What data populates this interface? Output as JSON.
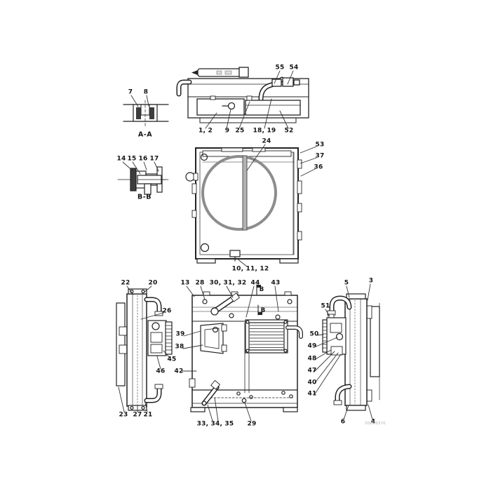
{
  "figure": {
    "kind": "radiator-parts-diagram",
    "sections": {
      "aa_caption": "A-A",
      "bb_caption": "B-B",
      "b_marker_top": "B",
      "b_marker_bottom": "B"
    },
    "watermark": "DS090370",
    "callouts": {
      "c55": "55",
      "c54": "54",
      "c7": "7",
      "c8": "8",
      "c1_2": "1, 2",
      "c9": "9",
      "c25": "25",
      "c18_19": "18, 19",
      "c52": "52",
      "c24": "24",
      "c53": "53",
      "c37": "37",
      "c36": "36",
      "c14": "14",
      "c15": "15",
      "c16": "16",
      "c17": "17",
      "c10_11_12": "10, 11, 12",
      "c22": "22",
      "c20": "20",
      "c26": "26",
      "c45": "45",
      "c46": "46",
      "c23": "23",
      "c27": "27",
      "c21": "21",
      "c13": "13",
      "c28": "28",
      "c30_31_32": "30, 31, 32",
      "c44": "44",
      "c43": "43",
      "c39": "39",
      "c38": "38",
      "c42": "42",
      "c33_34_35": "33, 34, 35",
      "c29": "29",
      "c5": "5",
      "c3": "3",
      "c51": "51",
      "c50": "50",
      "c49": "49",
      "c48": "48",
      "c47": "47",
      "c40": "40",
      "c41": "41",
      "c6": "6",
      "c4": "4"
    }
  }
}
